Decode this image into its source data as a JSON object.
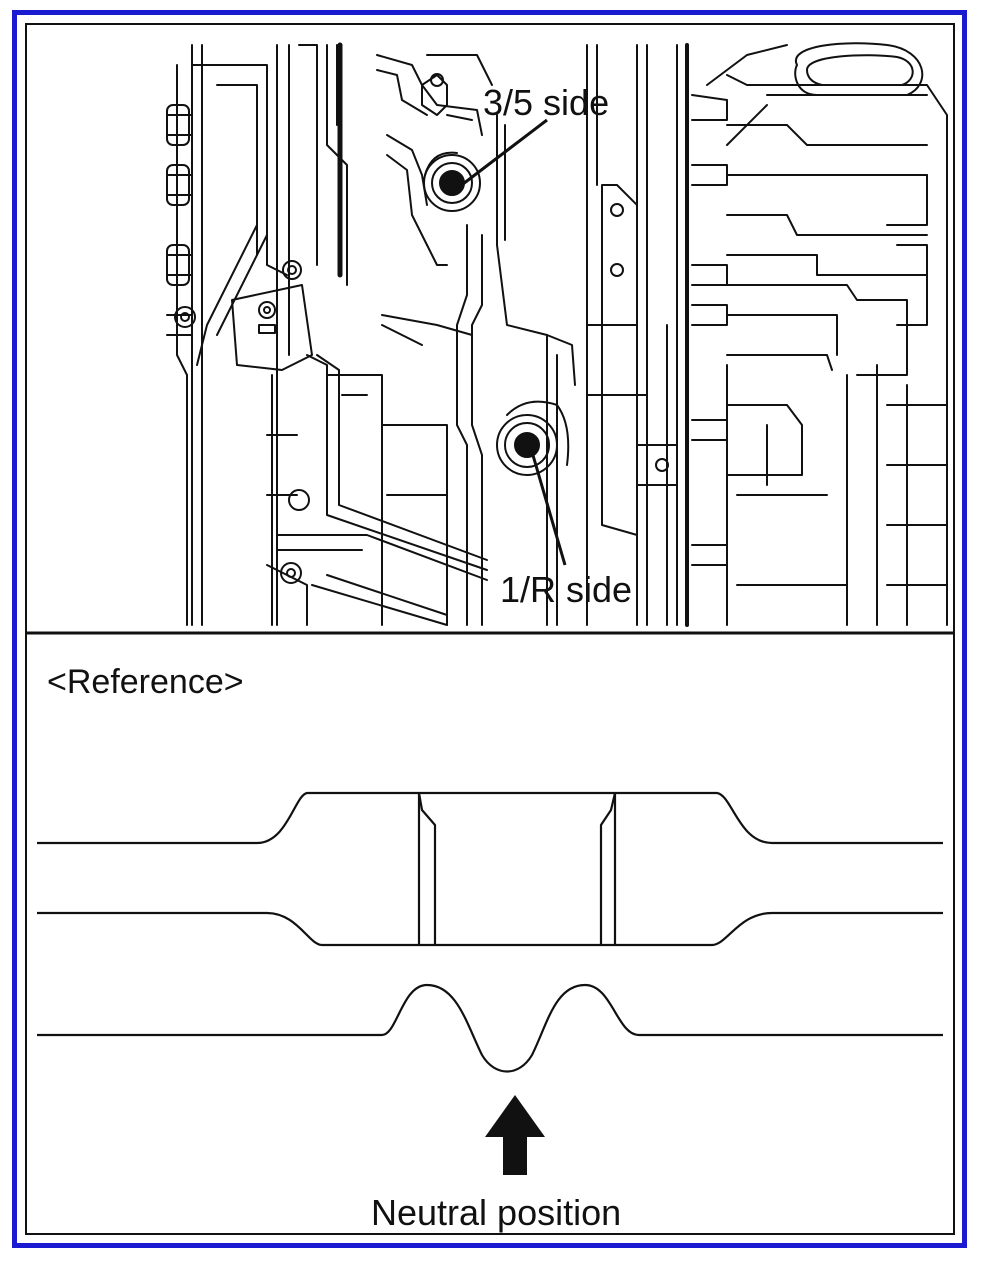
{
  "engine_view": {
    "callout_3_5": "3/5 side",
    "callout_1_r": "1/R side"
  },
  "reference_panel": {
    "title": "<Reference>",
    "neutral_label": "Neutral position"
  },
  "colors": {
    "outer_border": "#1a1ad0",
    "line": "#111111",
    "background": "#ffffff"
  }
}
